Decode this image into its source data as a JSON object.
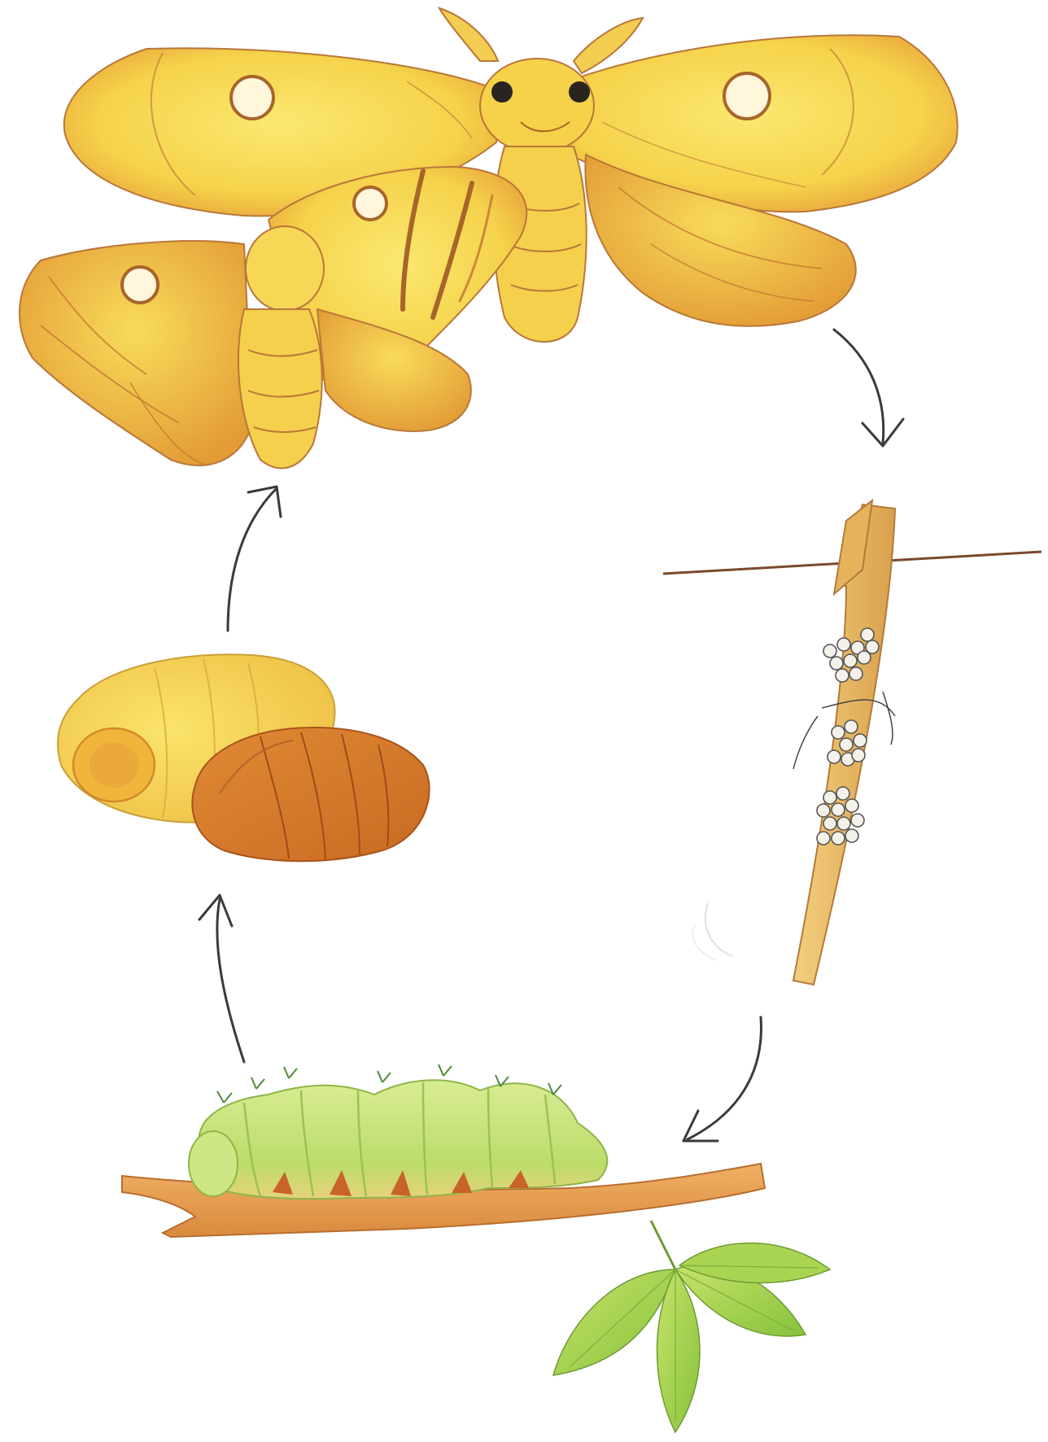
{
  "diagram": {
    "stages": [
      {
        "id": "adult-moth"
      },
      {
        "id": "egg-clusters-on-twig"
      },
      {
        "id": "caterpillar-on-branch"
      },
      {
        "id": "cocoon-and-pupa"
      }
    ],
    "cycle_direction": "clockwise",
    "colors": {
      "wing_yellow": "#f7d84a",
      "wing_orange": "#e9a63c",
      "outline_brown": "#b9773a",
      "pupa_orange": "#d4782a",
      "caterpillar_green": "#c6e07a",
      "leaf_green": "#9fd04a",
      "arrow_gray": "#3a3a3a",
      "egg_white": "#f4f1ea"
    }
  }
}
